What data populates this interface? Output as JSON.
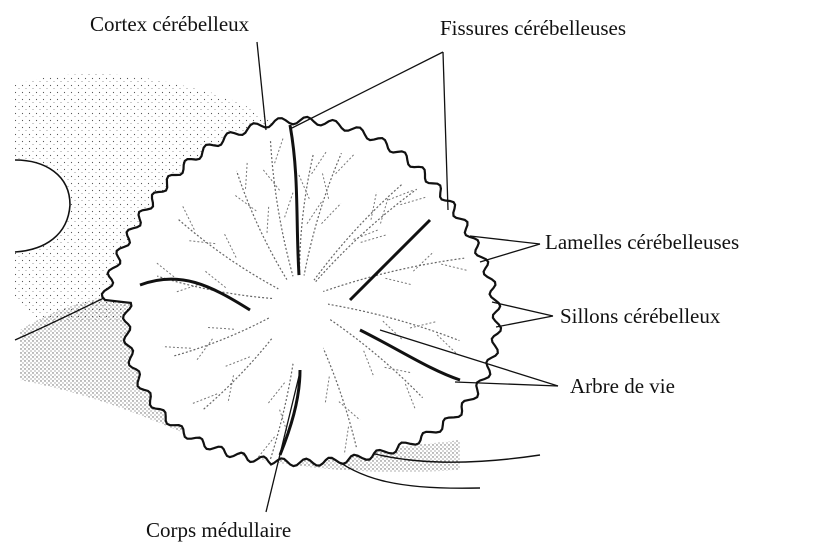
{
  "diagram": {
    "labels": {
      "cortex": "Cortex cérébelleux",
      "fissures": "Fissures cérébelleuses",
      "lamelles": "Lamelles cérébelleuses",
      "sillons": "Sillons cérébelleux",
      "arbre": "Arbre de vie",
      "corps": "Corps médullaire"
    },
    "colors": {
      "ink": "#111111",
      "stipple": "#555555",
      "background": "#ffffff"
    }
  }
}
